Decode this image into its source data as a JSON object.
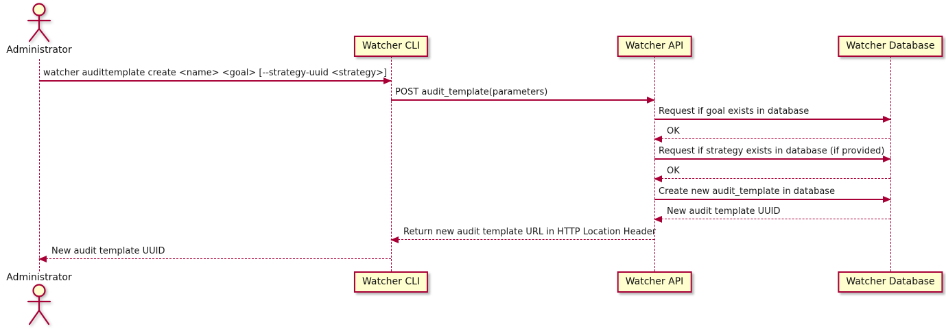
{
  "diagram": {
    "type": "sequence",
    "tool_style": "plantuml",
    "colors": {
      "accent_line": "#A80036",
      "participant_fill": "#FEFECE",
      "text": "#1a1a1a",
      "background": "#ffffff"
    },
    "participants": [
      {
        "id": "administrator",
        "label": "Administrator",
        "kind": "actor"
      },
      {
        "id": "watcher-cli",
        "label": "Watcher CLI",
        "kind": "participant"
      },
      {
        "id": "watcher-api",
        "label": "Watcher API",
        "kind": "participant"
      },
      {
        "id": "watcher-database",
        "label": "Watcher Database",
        "kind": "participant"
      }
    ],
    "messages": [
      {
        "from": "Administrator",
        "to": "Watcher CLI",
        "style": "solid",
        "label": "watcher audittemplate create <name> <goal> [--strategy-uuid <strategy>]"
      },
      {
        "from": "Watcher CLI",
        "to": "Watcher API",
        "style": "solid",
        "label": "POST audit_template(parameters)"
      },
      {
        "from": "Watcher API",
        "to": "Watcher Database",
        "style": "solid",
        "label": "Request if goal exists in database"
      },
      {
        "from": "Watcher Database",
        "to": "Watcher API",
        "style": "dashed",
        "label": "OK"
      },
      {
        "from": "Watcher API",
        "to": "Watcher Database",
        "style": "solid",
        "label": "Request if strategy exists in database (if provided)"
      },
      {
        "from": "Watcher Database",
        "to": "Watcher API",
        "style": "dashed",
        "label": "OK"
      },
      {
        "from": "Watcher API",
        "to": "Watcher Database",
        "style": "solid",
        "label": "Create new audit_template in database"
      },
      {
        "from": "Watcher Database",
        "to": "Watcher API",
        "style": "dashed",
        "label": "New audit template UUID"
      },
      {
        "from": "Watcher API",
        "to": "Watcher CLI",
        "style": "dashed",
        "label": "Return new audit template URL in HTTP Location Header"
      },
      {
        "from": "Watcher CLI",
        "to": "Administrator",
        "style": "dashed",
        "label": "New audit template UUID"
      }
    ]
  }
}
